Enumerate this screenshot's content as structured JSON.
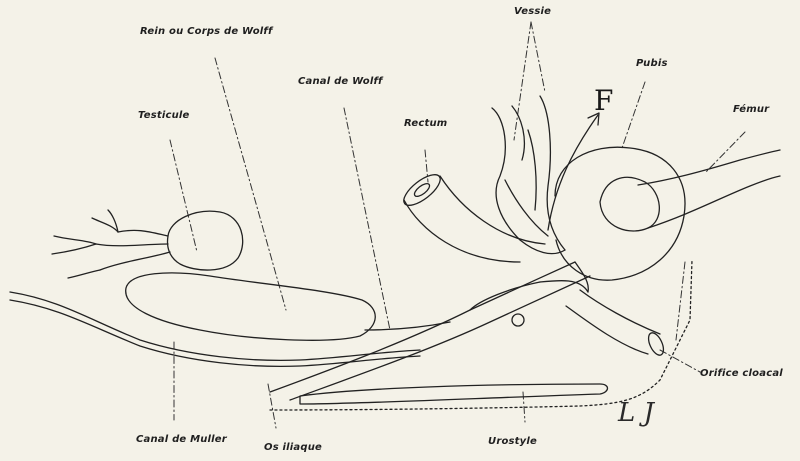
{
  "labels": {
    "vessie": "Vessie",
    "rein": "Rein ou Corps de Wolff",
    "pubis": "Pubis",
    "canal_wolff": "Canal de Wolff",
    "femur": "Fémur",
    "testicule": "Testicule",
    "rectum": "Rectum",
    "orifice": "Orifice cloacal",
    "canal_muller": "Canal de Muller",
    "os_iliaque": "Os iliaque",
    "urostyle": "Urostyle",
    "direction": "F",
    "signature": "L J"
  },
  "colors": {
    "ink": "#1f1f1f",
    "paper": "#f4f2e8"
  }
}
